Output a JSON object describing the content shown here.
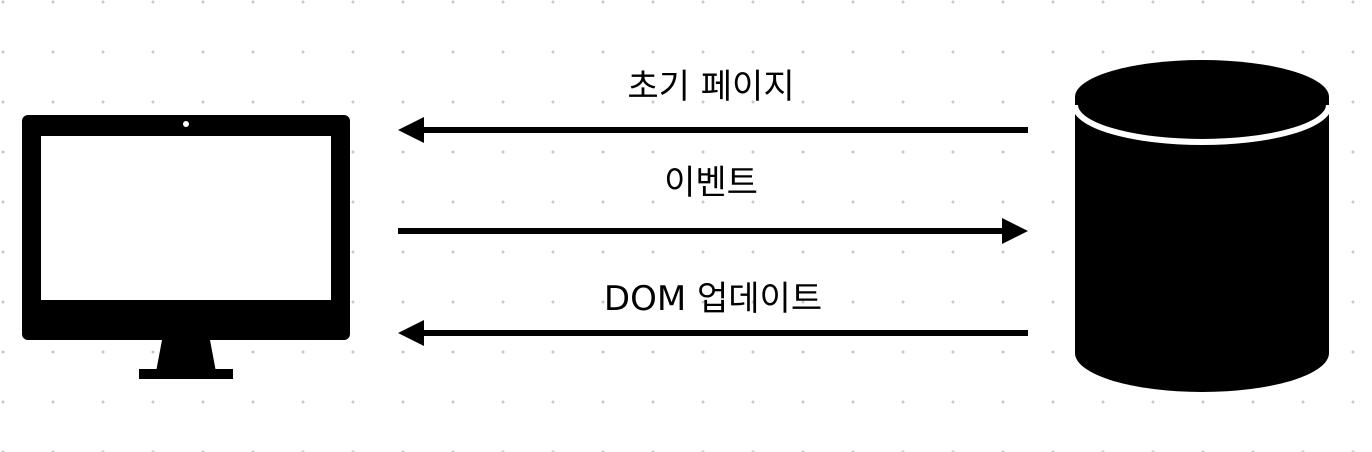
{
  "diagram": {
    "colors": {
      "ink": "#000000",
      "screen": "#ffffff",
      "grid_dot": "#c8c8c8"
    },
    "nodes": {
      "client": {
        "icon": "monitor-icon"
      },
      "server": {
        "icon": "database-icon"
      }
    },
    "arrows": [
      {
        "label": "초기 페이지",
        "direction": "right-to-left"
      },
      {
        "label": "이벤트",
        "direction": "left-to-right"
      },
      {
        "label": "DOM 업데이트",
        "direction": "right-to-left"
      }
    ]
  }
}
